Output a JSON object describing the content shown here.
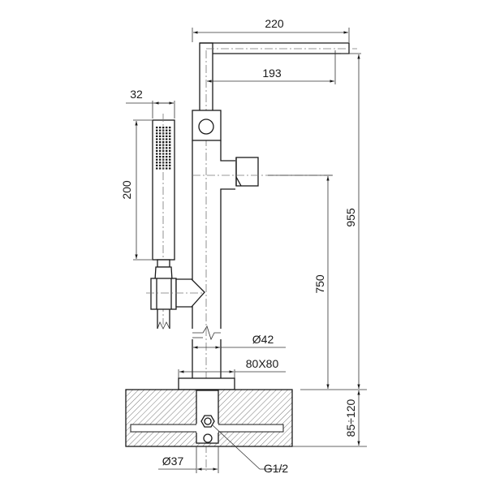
{
  "drawing": {
    "subject": "Freestanding bath mixer with hand shower - technical dimension drawing",
    "line_color": "#1a1a1a",
    "hatch_color": "#555555",
    "background": "#ffffff"
  },
  "dimensions": {
    "spout_reach": "220",
    "spout_inner_reach": "193",
    "handshower_width": "32",
    "handshower_length": "200",
    "total_height": "955",
    "outlet_height": "750",
    "pipe_diameter": "Ø42",
    "base_plate": "80X80",
    "base_depth": "85÷120",
    "inlet_diameter": "Ø37",
    "thread": "G1/2"
  }
}
